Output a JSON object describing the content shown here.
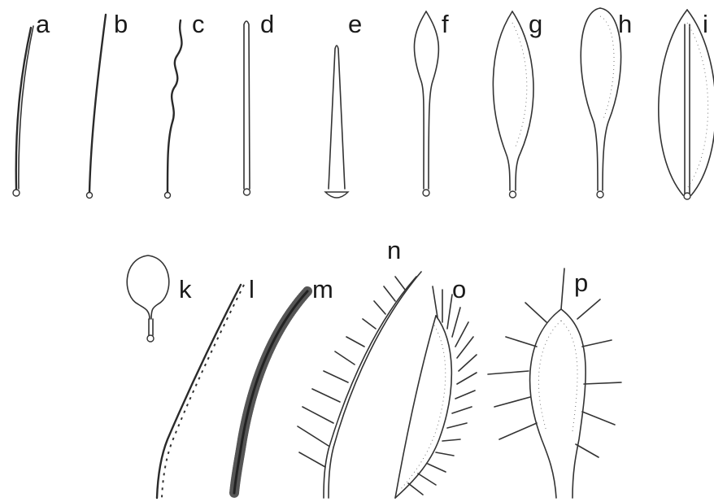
{
  "figure": {
    "labels": {
      "a": "a",
      "b": "b",
      "c": "c",
      "d": "d",
      "e": "e",
      "f": "f",
      "g": "g",
      "h": "h",
      "i": "i",
      "k": "k",
      "l": "l",
      "m": "m",
      "n": "n",
      "o": "o",
      "p": "p"
    }
  }
}
